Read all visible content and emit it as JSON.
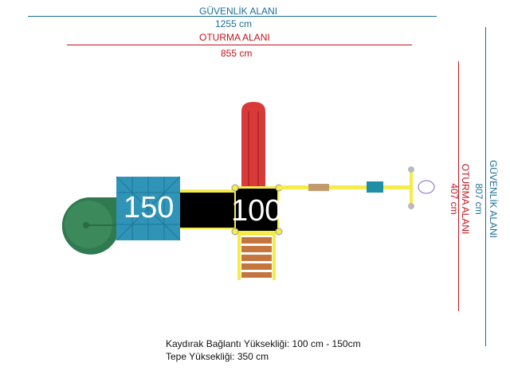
{
  "dimensions": {
    "width_safety": {
      "label": "GÜVENLİK ALANI",
      "value": "1255 cm"
    },
    "width_seating": {
      "label": "OTURMA ALANI",
      "value": "855 cm"
    },
    "depth_safety": {
      "label": "GÜVENLİK ALANI",
      "value": "807 cm"
    },
    "depth_seating": {
      "label": "OTURMA ALANI",
      "value": "407 cm"
    }
  },
  "platforms": {
    "high": "150",
    "low": "100"
  },
  "notes": {
    "slide_height": "Kaydırak Bağlantı Yüksekliği: 100 cm  - 150cm",
    "top_height": "Tepe Yüksekliği: 350 cm"
  },
  "colors": {
    "teal": "#1a6f95",
    "red": "#c0141c",
    "platform_blue": "#2f94b8",
    "slide_red": "#d83a3a",
    "spiral_green": "#2f7a4e",
    "frame_yellow": "#f4ec4a"
  }
}
